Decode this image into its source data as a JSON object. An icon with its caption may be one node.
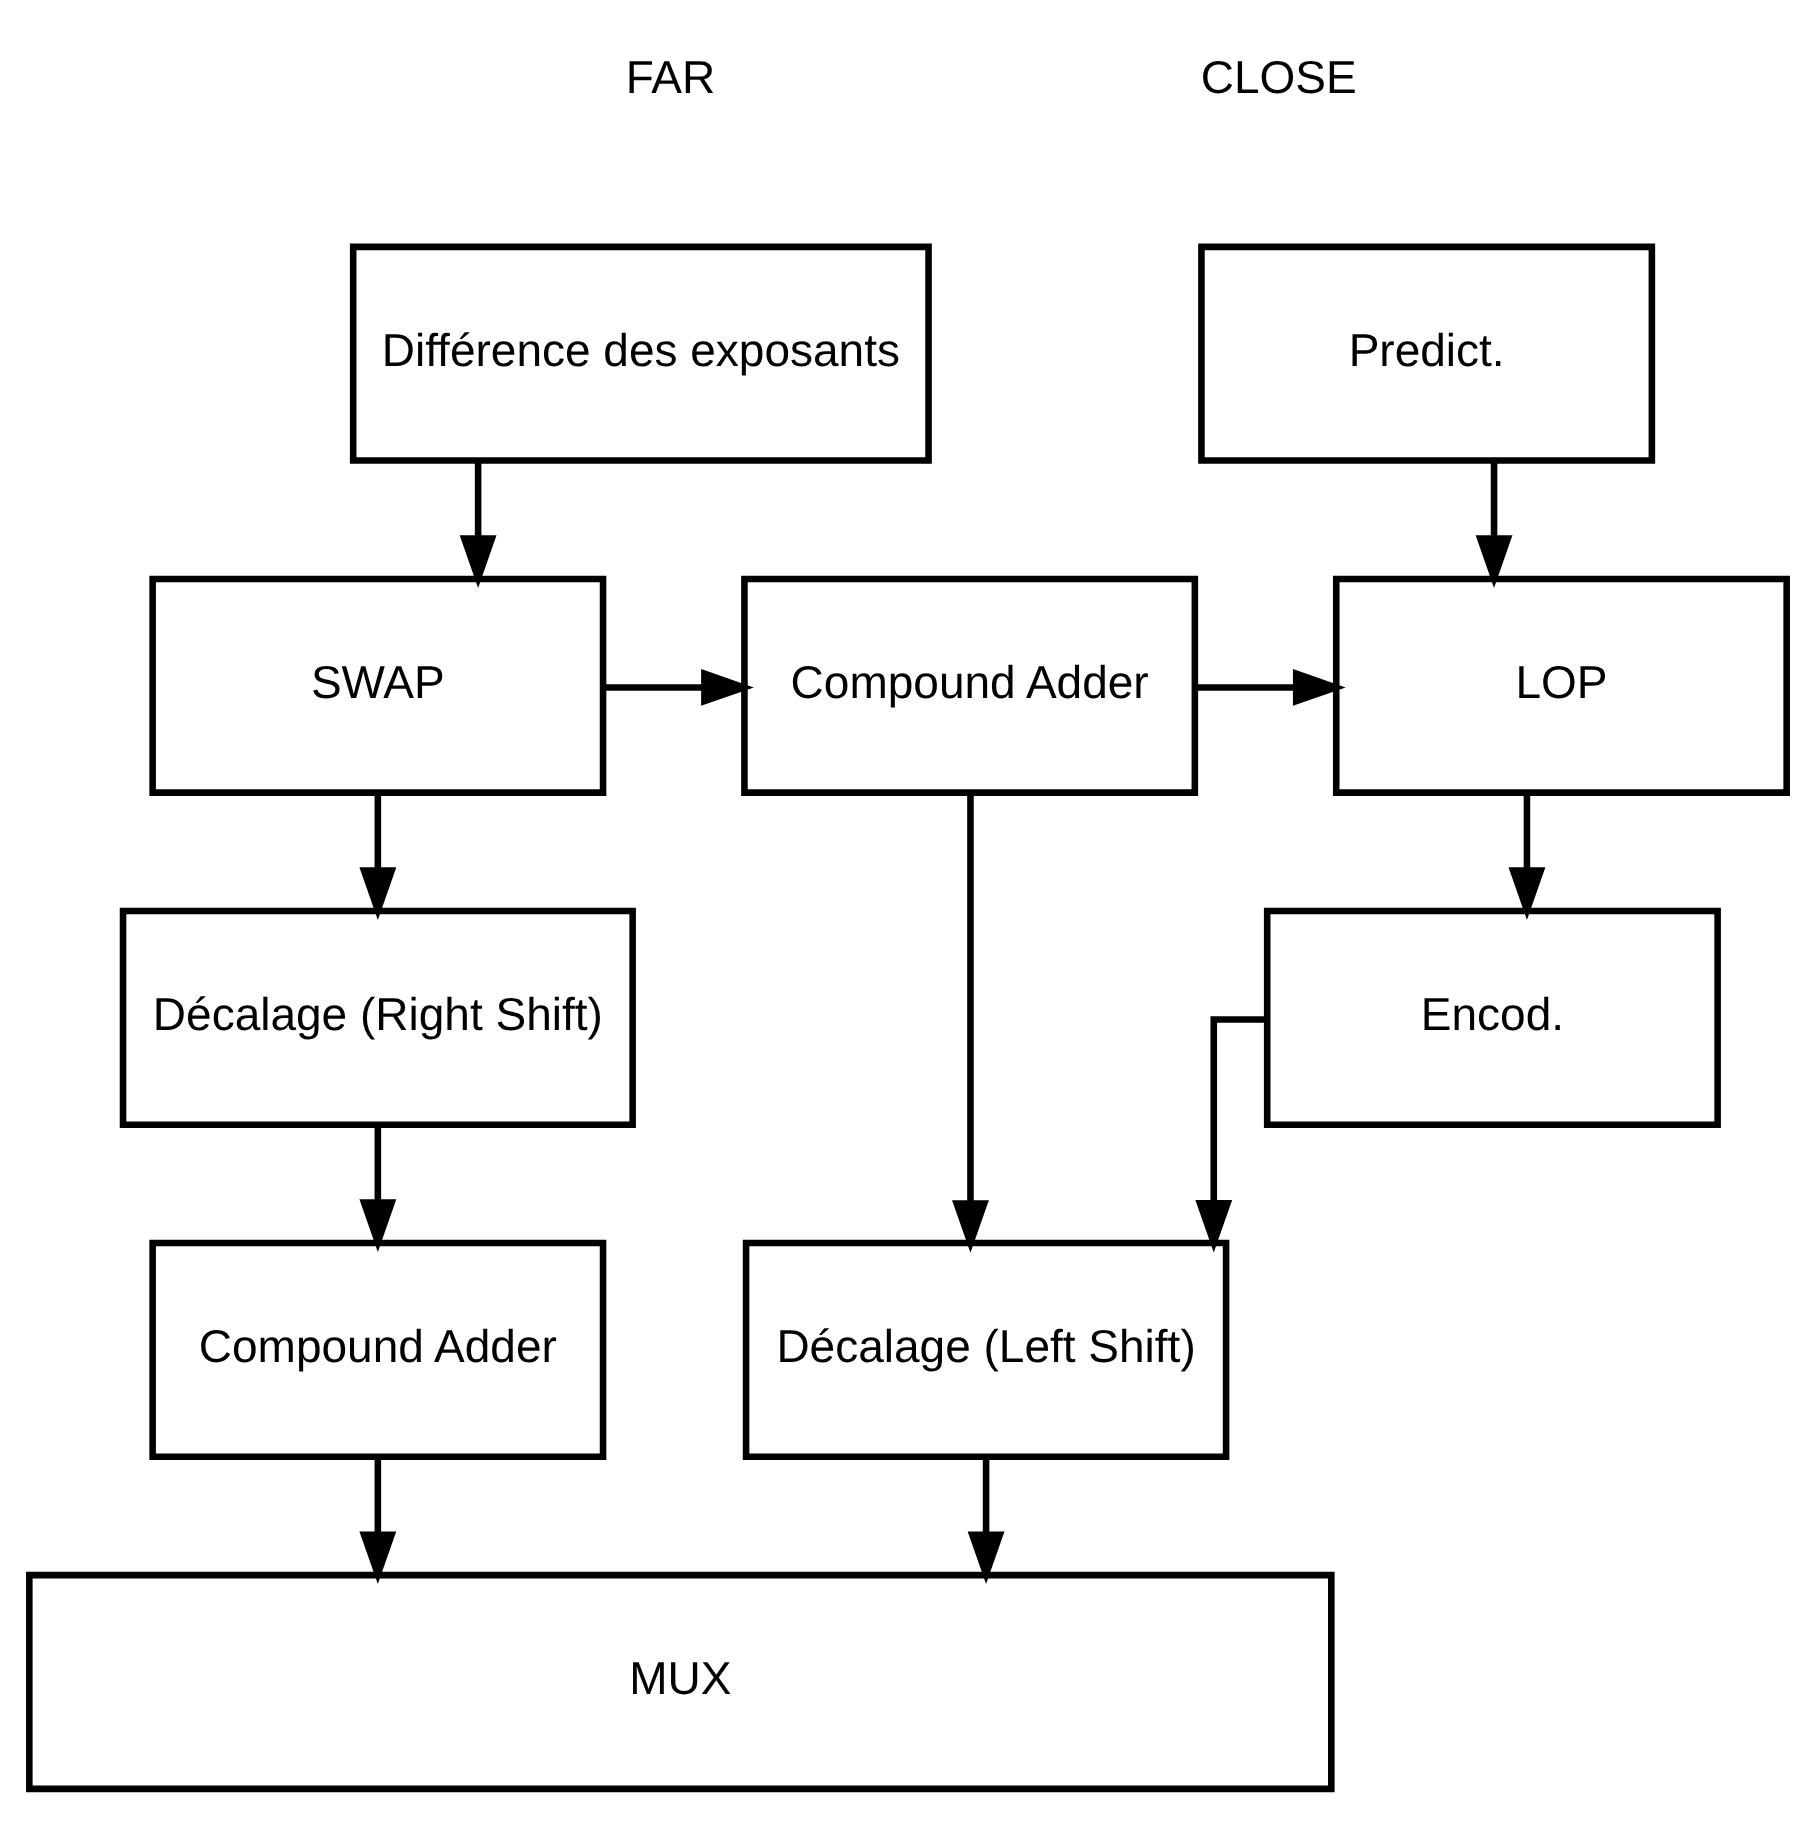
{
  "diagram": {
    "nodes": [
      {
        "text": [
          "Différence des exposants"
        ]
      },
      {
        "text": [
          "Predict."
        ]
      },
      {
        "text": [
          "SWAP"
        ]
      },
      {
        "text": [
          "Compound Adder"
        ]
      },
      {
        "text": [
          "LOP"
        ]
      },
      {
        "text": [
          "Décalage (Right Shift)"
        ]
      },
      {
        "text": [
          "Encod."
        ]
      },
      {
        "text": [
          "Compound Adder"
        ]
      },
      {
        "text": [
          "Décalage (Left Shift)"
        ]
      },
      {
        "text": [
          "MUX"
        ]
      }
    ],
    "edges": [
      {
        "from": 0,
        "to": 2,
        "arrow": "to"
      },
      {
        "from": 1,
        "to": 4,
        "arrow": "to"
      },
      {
        "from": 2,
        "to": 3,
        "arrow": "to"
      },
      {
        "from": 3,
        "to": 4,
        "arrow": "to"
      },
      {
        "from": 2,
        "to": 5,
        "arrow": "to"
      },
      {
        "from": 4,
        "to": 6,
        "arrow": "to"
      },
      {
        "from": 5,
        "to": 7,
        "arrow": "to"
      },
      {
        "from": 3,
        "to": 8,
        "arrow": "to"
      },
      {
        "from": 6,
        "to": 8,
        "arrow": "to"
      },
      {
        "from": 7,
        "to": 9,
        "arrow": "to"
      },
      {
        "from": 8,
        "to": 9,
        "arrow": "to"
      }
    ],
    "labels": [
      "FAR",
      "CLOSE"
    ]
  }
}
